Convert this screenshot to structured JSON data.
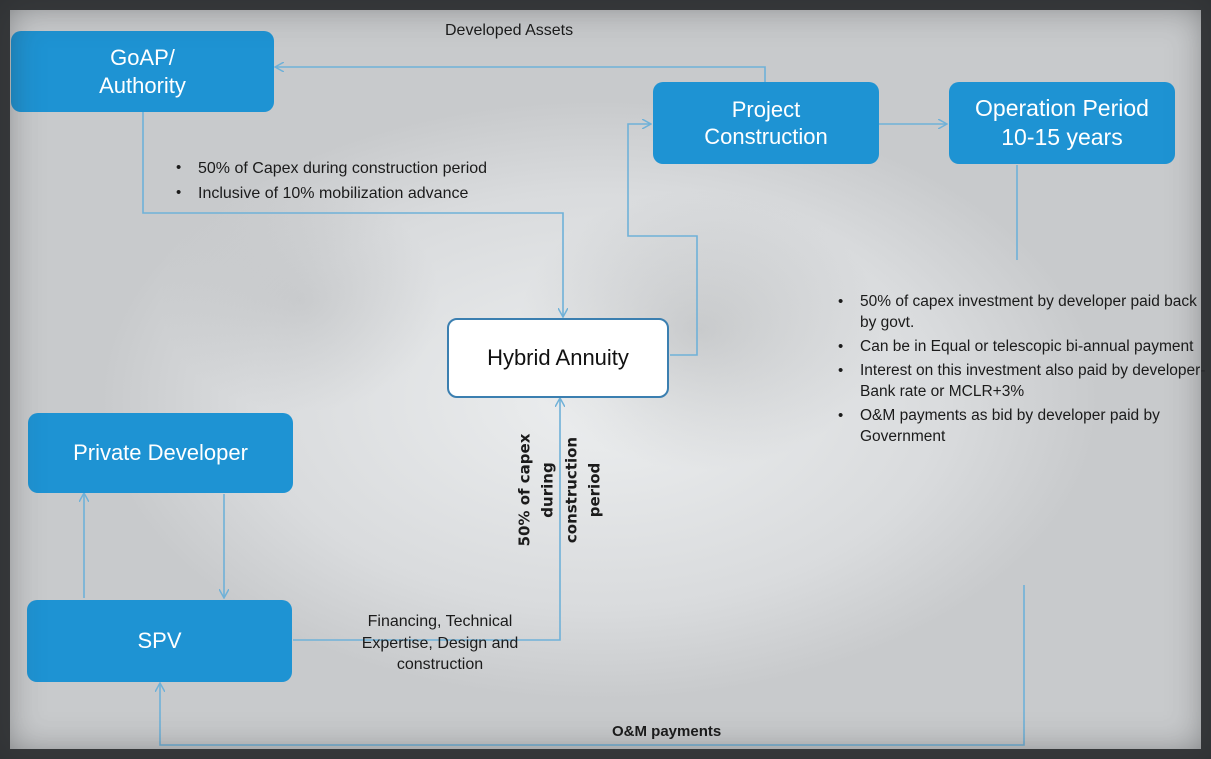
{
  "nodes": {
    "goap": "GoAP/\nAuthority",
    "project_construction": "Project\nConstruction",
    "operation_period": "Operation Period\n10-15 years",
    "hybrid_annuity": "Hybrid Annuity",
    "private_developer": "Private Developer",
    "spv": "SPV"
  },
  "labels": {
    "developed_assets": "Developed Assets",
    "capex_vertical": "50% of capex\nduring\nconstruction\nperiod",
    "financing": "Financing, Technical\nExpertise, Design and\nconstruction",
    "om_payments": "O&M payments"
  },
  "authority_bullets": [
    "50% of Capex during construction period",
    "Inclusive of 10% mobilization advance"
  ],
  "operation_bullets": [
    "50% of capex investment by developer paid back by govt.",
    "Can be in Equal or telescopic bi-annual payment",
    "Interest on this investment also paid by developer-Bank rate or MCLR+3%",
    "O&M payments as bid by developer paid by Government"
  ],
  "colors": {
    "box_fill": "#1e93d3",
    "connector": "#6fb1d8",
    "outline": "#3b7fb0"
  }
}
